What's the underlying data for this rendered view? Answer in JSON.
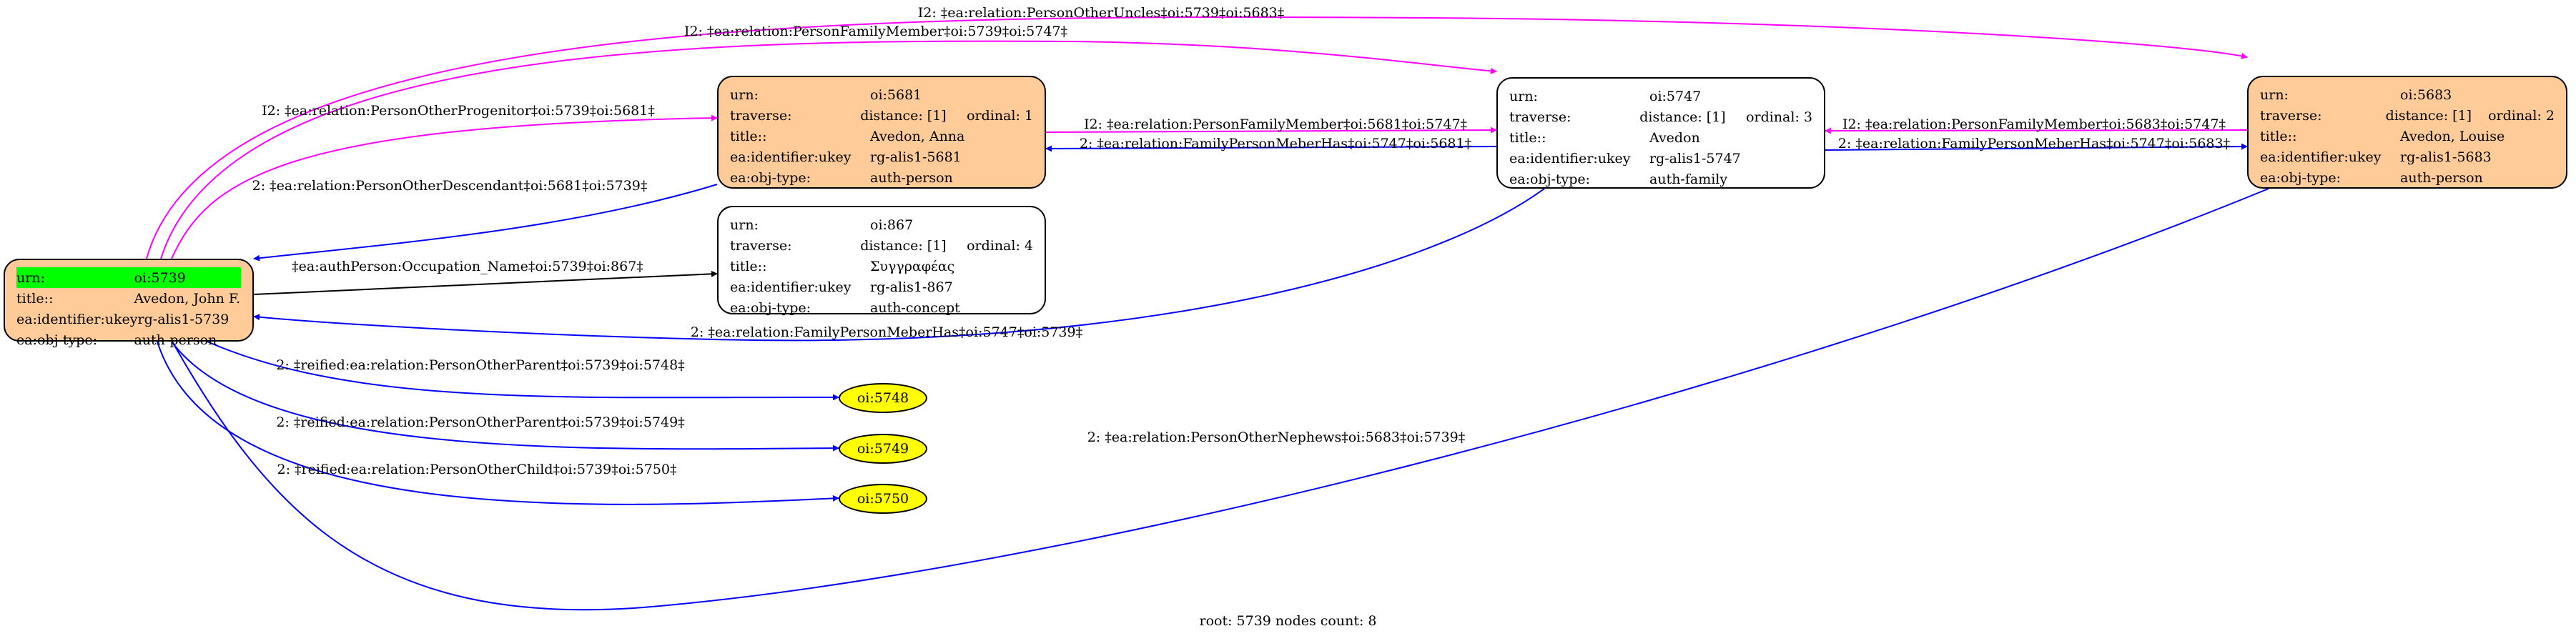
{
  "colors": {
    "person_fill": "#ffcc99",
    "highlight": "#00ff00",
    "leaf_fill": "#ffff00",
    "magenta_edge": "#ff00ff",
    "blue_edge": "#0000ff",
    "black_edge": "#000000"
  },
  "nodes": {
    "n5739": {
      "rows": [
        {
          "key": "urn:",
          "value": "oi:5739"
        },
        {
          "key": "title::",
          "value": "Avedon, John F."
        },
        {
          "key": "ea:identifier:ukey",
          "value": "rg-alis1-5739"
        },
        {
          "key": "ea:obj-type:",
          "value": "auth-person"
        }
      ]
    },
    "n5681": {
      "rows": [
        {
          "key": "urn:",
          "value": "oi:5681"
        },
        {
          "key": "traverse:",
          "value": "distance: [1]",
          "ordinal": "ordinal: 1"
        },
        {
          "key": "title::",
          "value": "Avedon, Anna"
        },
        {
          "key": "ea:identifier:ukey",
          "value": "rg-alis1-5681"
        },
        {
          "key": "ea:obj-type:",
          "value": "auth-person"
        }
      ]
    },
    "n867": {
      "rows": [
        {
          "key": "urn:",
          "value": "oi:867"
        },
        {
          "key": "traverse:",
          "value": "distance: [1]",
          "ordinal": "ordinal: 4"
        },
        {
          "key": "title::",
          "value": "Συγγραφέας"
        },
        {
          "key": "ea:identifier:ukey",
          "value": "rg-alis1-867"
        },
        {
          "key": "ea:obj-type:",
          "value": "auth-concept"
        }
      ]
    },
    "n5747": {
      "rows": [
        {
          "key": "urn:",
          "value": "oi:5747"
        },
        {
          "key": "traverse:",
          "value": "distance: [1]",
          "ordinal": "ordinal: 3"
        },
        {
          "key": "title::",
          "value": "Avedon"
        },
        {
          "key": "ea:identifier:ukey",
          "value": "rg-alis1-5747"
        },
        {
          "key": "ea:obj-type:",
          "value": "auth-family"
        }
      ]
    },
    "n5683": {
      "rows": [
        {
          "key": "urn:",
          "value": "oi:5683"
        },
        {
          "key": "traverse:",
          "value": "distance: [1]",
          "ordinal": "ordinal: 2"
        },
        {
          "key": "title::",
          "value": "Avedon, Louise"
        },
        {
          "key": "ea:identifier:ukey",
          "value": "rg-alis1-5683"
        },
        {
          "key": "ea:obj-type:",
          "value": "auth-person"
        }
      ]
    },
    "n5748": {
      "label": "oi:5748"
    },
    "n5749": {
      "label": "oi:5749"
    },
    "n5750": {
      "label": "oi:5750"
    }
  },
  "edges": {
    "uncles": "I2: ‡ea:relation:PersonOtherUncles‡oi:5739‡oi:5683‡",
    "family_member_5739_5747": "I2: ‡ea:relation:PersonFamilyMember‡oi:5739‡oi:5747‡",
    "progenitor": "I2: ‡ea:relation:PersonOtherProgenitor‡oi:5739‡oi:5681‡",
    "descendant": "2: ‡ea:relation:PersonOtherDescendant‡oi:5681‡oi:5739‡",
    "occupation": "‡ea:authPerson:Occupation_Name‡oi:5739‡oi:867‡",
    "family_member_5681_5747": "I2: ‡ea:relation:PersonFamilyMember‡oi:5681‡oi:5747‡",
    "has_5747_5681": "2: ‡ea:relation:FamilyPersonMeberHas‡oi:5747‡oi:5681‡",
    "family_member_5683_5747": "I2: ‡ea:relation:PersonFamilyMember‡oi:5683‡oi:5747‡",
    "has_5747_5683": "2: ‡ea:relation:FamilyPersonMeberHas‡oi:5747‡oi:5683‡",
    "has_5747_5739": "2: ‡ea:relation:FamilyPersonMeberHas‡oi:5747‡oi:5739‡",
    "parent_5748": "2: ‡reified:ea:relation:PersonOtherParent‡oi:5739‡oi:5748‡",
    "parent_5749": "2: ‡reified:ea:relation:PersonOtherParent‡oi:5739‡oi:5749‡",
    "child_5750": "2: ‡reified:ea:relation:PersonOtherChild‡oi:5739‡oi:5750‡",
    "nephews": "2: ‡ea:relation:PersonOtherNephews‡oi:5683‡oi:5739‡"
  },
  "footer": "root: 5739 nodes count: 8"
}
